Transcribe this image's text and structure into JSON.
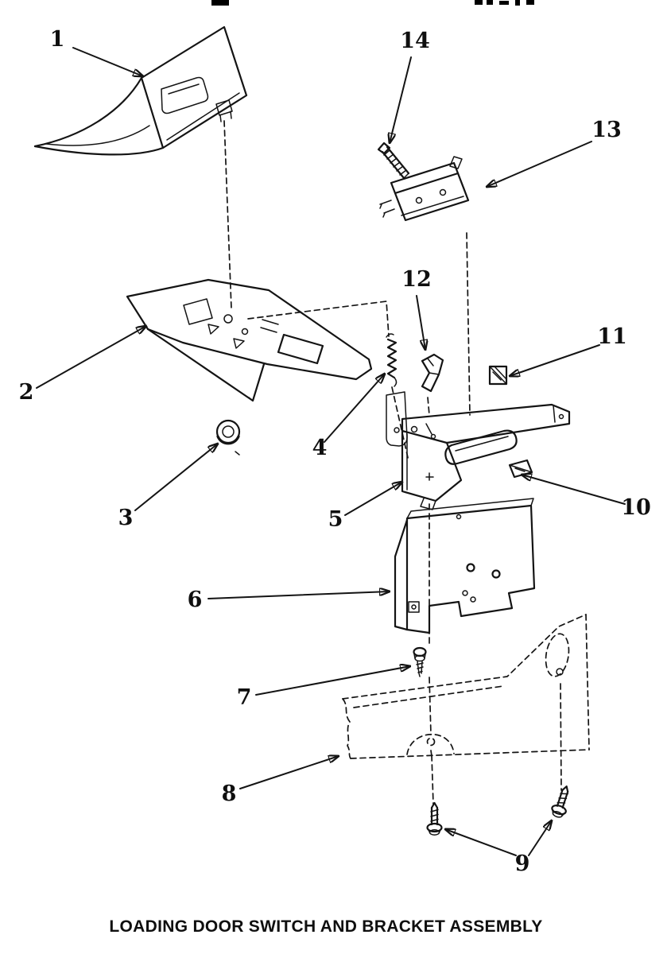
{
  "caption": "LOADING DOOR SWITCH AND BRACKET ASSEMBLY",
  "labels": [
    "1",
    "2",
    "3",
    "4",
    "5",
    "6",
    "7",
    "8",
    "9",
    "10",
    "11",
    "12",
    "13",
    "14"
  ],
  "colors": {
    "background": "#ffffff",
    "ink": "#141414"
  }
}
